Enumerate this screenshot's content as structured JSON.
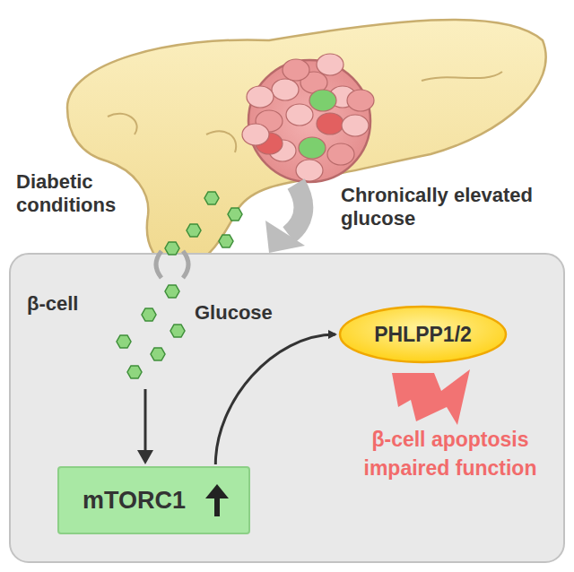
{
  "diagram": {
    "nodes": [
      {
        "text": [
          "β-cell"
        ]
      },
      {
        "text": [
          "mTORC1"
        ],
        "in": 0
      },
      {
        "text": [
          "PHLPP1/2"
        ],
        "in": 0
      }
    ],
    "edges": [
      {
        "from": 1,
        "to": 2,
        "arrow": "to"
      }
    ],
    "labels": [
      "Diabetic conditions",
      "Chronically elevated glucose",
      "Glucose",
      "β-cell apoptosis impaired function"
    ]
  }
}
